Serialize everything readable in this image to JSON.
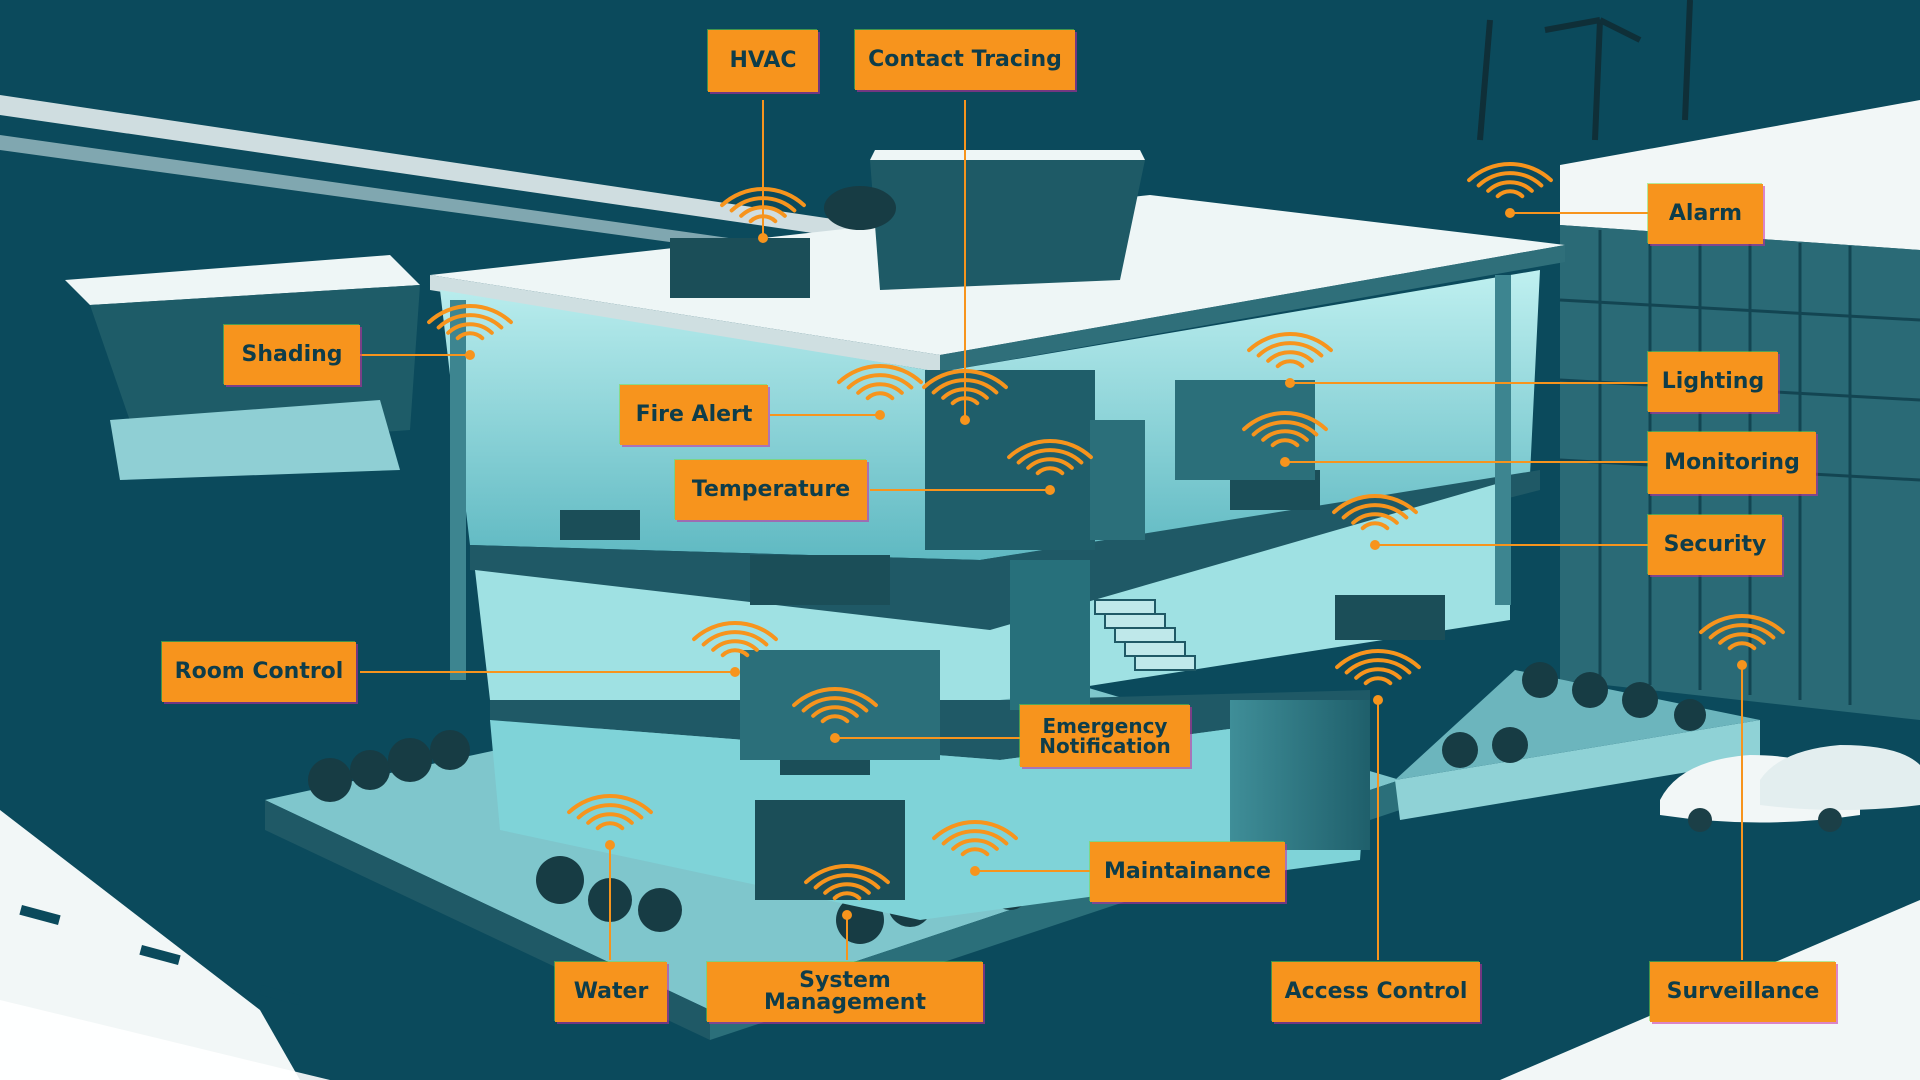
{
  "colors": {
    "background": "#0b4a5c",
    "label_fill": "#f7941d",
    "label_text": "#0e3d4a",
    "connector": "#f7941d",
    "signal_waves": "#f7941d",
    "building_light": "#8fd8dc",
    "roof": "#eef6f6"
  },
  "labels": {
    "hvac": "HVAC",
    "contact_tracing": "Contact Tracing",
    "alarm": "Alarm",
    "shading": "Shading",
    "lighting": "Lighting",
    "fire_alert": "Fire Alert",
    "monitoring": "Monitoring",
    "temperature": "Temperature",
    "security": "Security",
    "room_control": "Room Control",
    "emergency_notification": "Emergency\nNotification",
    "maintainance": "Maintainance",
    "water": "Water",
    "system_management": "System Management",
    "access_control": "Access Control",
    "surveillance": "Surveillance"
  },
  "icons": {
    "sensor": "wifi-signal-icon"
  }
}
